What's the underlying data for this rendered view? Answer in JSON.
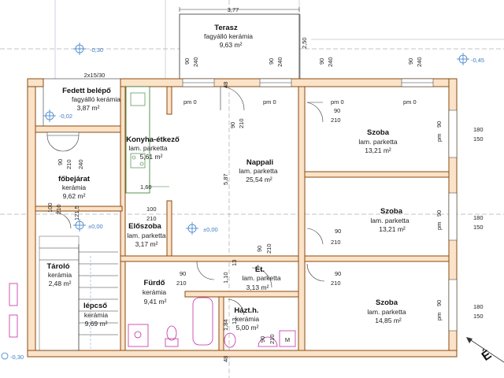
{
  "rooms": {
    "terasz": {
      "name": "Terasz",
      "material": "fagyálló kerámia",
      "area": "9,63 m²"
    },
    "fedett": {
      "name": "Fedett belépő",
      "material": "fagyálló kerámia",
      "area": "3,87 m²"
    },
    "konyha": {
      "name": "Konyha-étkező",
      "material": "lam. parketta",
      "area": "5,61 m²"
    },
    "nappali": {
      "name": "Nappali",
      "material": "lam. parketta",
      "area": "25,54 m²"
    },
    "szoba1": {
      "name": "Szoba",
      "material": "lam. parketta",
      "area": "13,21 m²"
    },
    "szoba2": {
      "name": "Szoba",
      "material": "lam. parketta",
      "area": "13,21 m²"
    },
    "szoba3": {
      "name": "Szoba",
      "material": "lam. parketta",
      "area": "14,85 m²"
    },
    "fobejarat": {
      "name": "főbejárat",
      "material": "kerámia",
      "area": "9,62 m²"
    },
    "eloszoba": {
      "name": "Előszoba",
      "material": "lam. parketta",
      "area": "3,17 m²"
    },
    "tarolo": {
      "name": "Tároló",
      "material": "kerámia",
      "area": "2,48 m²"
    },
    "lepcso": {
      "name": "lépcső",
      "material": "kerámia",
      "area": "9,69 m²"
    },
    "furdo": {
      "name": "Fürdő",
      "material": "kerámia",
      "area": "9,41 m²"
    },
    "et": {
      "name": "Ét.",
      "material": "lam. parketta",
      "area": "3,13 m²"
    },
    "hazth": {
      "name": "Házt.h.",
      "material": "kerámia",
      "area": "5,00 m²"
    }
  },
  "dims": {
    "top_width": "3,77",
    "terasz_depth": "2,50",
    "fedett_width": "2x15/30",
    "v587": "5,87",
    "v184": "1,84",
    "v110": "1,10",
    "v121": "121,5",
    "v160": "1,60",
    "d90": "90",
    "d240": "240",
    "d210": "210",
    "d100": "100",
    "d180": "180",
    "d150": "150",
    "d13": "13",
    "d48": "48",
    "pm_label": "pm",
    "zero": "0",
    "pm0": "pm  0"
  },
  "levels": {
    "l030": "-0,30",
    "l002": "-0,02",
    "l045": "-0,45",
    "l000": "±0,00",
    "l000b": "±0,00",
    "l030b": "-0,30"
  },
  "misc": {
    "north": "É",
    "m_label": "M"
  }
}
